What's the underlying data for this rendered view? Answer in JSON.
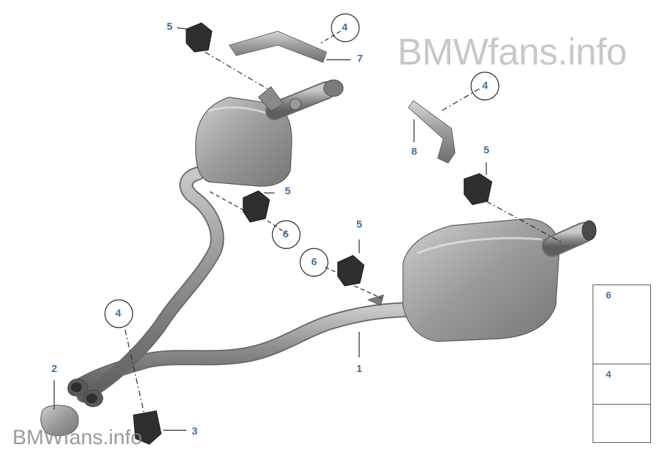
{
  "watermark": {
    "top": "BMWfans.info",
    "bottom": "BMWfans.info"
  },
  "callouts": [
    {
      "id": "c5a",
      "label": "5"
    },
    {
      "id": "c4a",
      "label": "4"
    },
    {
      "id": "c7",
      "label": "7"
    },
    {
      "id": "c4b",
      "label": "4"
    },
    {
      "id": "c8",
      "label": "8"
    },
    {
      "id": "c5b",
      "label": "5"
    },
    {
      "id": "c5c",
      "label": "5"
    },
    {
      "id": "c6a",
      "label": "6"
    },
    {
      "id": "c5d",
      "label": "5"
    },
    {
      "id": "c6b",
      "label": "6"
    },
    {
      "id": "c4c",
      "label": "4"
    },
    {
      "id": "c1",
      "label": "1"
    },
    {
      "id": "c2",
      "label": "2"
    },
    {
      "id": "c3",
      "label": "3"
    }
  ],
  "legend": {
    "items": [
      {
        "label": "6"
      },
      {
        "label": "4"
      }
    ]
  },
  "colors": {
    "callout": "#3a6ea5",
    "part_metal": "#9a9a9a",
    "part_dark": "#3a3a3a",
    "outline": "#555555"
  }
}
